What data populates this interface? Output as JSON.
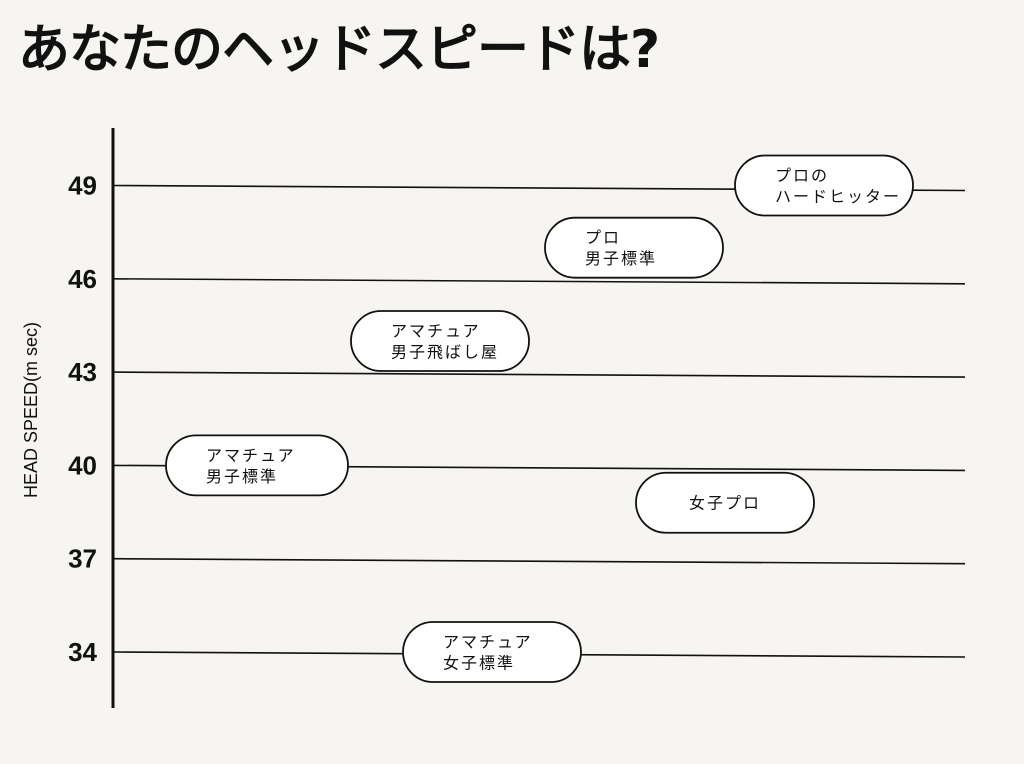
{
  "page": {
    "title": "あなたのヘッドスピードは?"
  },
  "chart_data": {
    "type": "scatter",
    "ylabel": "HEAD SPEED(m sec)",
    "ylim": [
      32,
      50.5
    ],
    "y_ticks": [
      34,
      37,
      40,
      43,
      46,
      49
    ],
    "grid": true,
    "legend": "none",
    "points": [
      {
        "label_lines": [
          "プロの",
          "ハードヒッター"
        ],
        "y": 49
      },
      {
        "label_lines": [
          "プロ",
          "男子標準"
        ],
        "y": 47
      },
      {
        "label_lines": [
          "アマチュア",
          "男子飛ばし屋"
        ],
        "y": 44
      },
      {
        "label_lines": [
          "アマチュア",
          "男子標準"
        ],
        "y": 40
      },
      {
        "label_lines": [
          "女子プロ"
        ],
        "y": 38.8
      },
      {
        "label_lines": [
          "アマチュア",
          "女子標準"
        ],
        "y": 34
      }
    ],
    "colors": {
      "line": "#111111",
      "pill_fill": "#ffffff",
      "background": "#f7f5f2"
    }
  }
}
